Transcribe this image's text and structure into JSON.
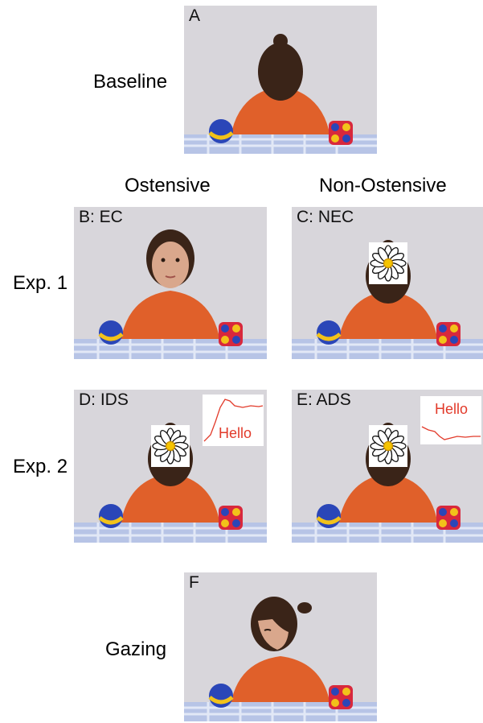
{
  "labels": {
    "baseline": "Baseline",
    "ostensive": "Ostensive",
    "non_ostensive": "Non-Ostensive",
    "exp1": "Exp. 1",
    "exp2": "Exp. 2",
    "gazing": "Gazing"
  },
  "panels": {
    "a": {
      "tag": "A"
    },
    "b": {
      "tag": "B: EC"
    },
    "c": {
      "tag": "C: NEC"
    },
    "d": {
      "tag": "D: IDS",
      "speech": "Hello"
    },
    "e": {
      "tag": "E: ADS",
      "speech": "Hello"
    },
    "f": {
      "tag": "F"
    }
  },
  "colors": {
    "wall": "#d8d6db",
    "shirt": "#e0602a",
    "hair": "#3a2418",
    "skin": "#d9a78c",
    "table": "#b7c4e6",
    "speech": "#e23a2a"
  }
}
